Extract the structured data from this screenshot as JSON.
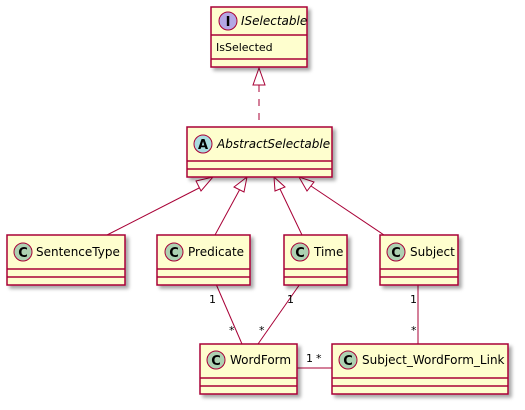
{
  "diagram": {
    "classes": {
      "iselectable": {
        "name": "ISelectable",
        "kind": "interface",
        "kind_icon": "I",
        "attributes": [
          "IsSelected"
        ]
      },
      "abstractselectable": {
        "name": "AbstractSelectable",
        "kind": "abstract",
        "kind_icon": "A"
      },
      "sentencetype": {
        "name": "SentenceType",
        "kind": "class",
        "kind_icon": "C"
      },
      "predicate": {
        "name": "Predicate",
        "kind": "class",
        "kind_icon": "C"
      },
      "time": {
        "name": "Time",
        "kind": "class",
        "kind_icon": "C"
      },
      "subject": {
        "name": "Subject",
        "kind": "class",
        "kind_icon": "C"
      },
      "wordform": {
        "name": "WordForm",
        "kind": "class",
        "kind_icon": "C"
      },
      "subject_wordform_link": {
        "name": "Subject_WordForm_Link",
        "kind": "class",
        "kind_icon": "C"
      }
    },
    "relations": {
      "predicate_wordform": {
        "from": "Predicate",
        "to": "WordForm",
        "from_mult": "1",
        "to_mult": "*"
      },
      "time_wordform": {
        "from": "Time",
        "to": "WordForm",
        "from_mult": "1",
        "to_mult": "*"
      },
      "subject_link": {
        "from": "Subject",
        "to": "Subject_WordForm_Link",
        "from_mult": "1",
        "to_mult": "*"
      },
      "wordform_link": {
        "from": "WordForm",
        "to": "Subject_WordForm_Link",
        "from_mult": "1",
        "to_mult": "*"
      }
    },
    "colors": {
      "class_fill": "#FEFECE",
      "border": "#A80036",
      "class_icon": "#ADD1B2",
      "abstract_icon": "#A9DCDF",
      "interface_icon": "#B4A7E5"
    }
  }
}
